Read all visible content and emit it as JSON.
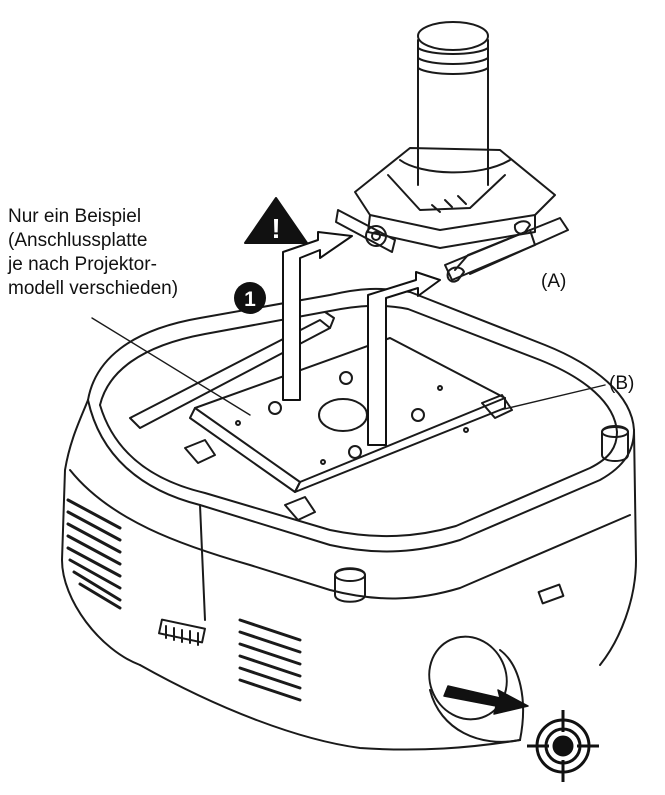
{
  "note": {
    "lines": [
      "Nur ein Beispiel",
      "(Anschlussplatte",
      "je nach Projektor-",
      "modell verschieden)"
    ]
  },
  "labels": {
    "a": "(A)",
    "b": "(B)"
  },
  "callout": {
    "step": "1",
    "warning_symbol": "!"
  },
  "icons": [
    "warning-icon",
    "step-number-icon",
    "target-icon",
    "arrow-icon"
  ],
  "colors": {
    "line": "#1a1a1a",
    "background": "#ffffff",
    "fill_dark": "#111111"
  }
}
